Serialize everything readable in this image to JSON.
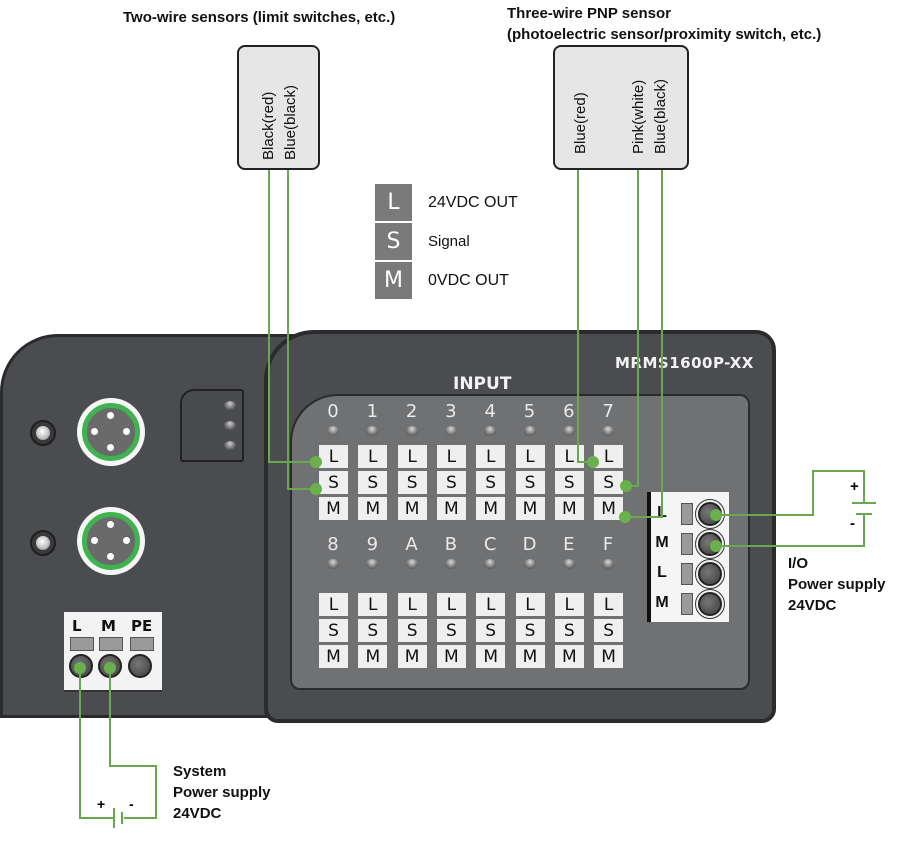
{
  "sensors": {
    "two_wire": {
      "title": "Two-wire sensors (limit switches, etc.)",
      "wires": [
        "Black(red)",
        "Blue(black)"
      ]
    },
    "three_wire": {
      "title_line1": "Three-wire PNP sensor",
      "title_line2": "(photoelectric sensor/proximity switch, etc.)",
      "wires": [
        "Blue(red)",
        "Pink(white)",
        "Blue(black)"
      ]
    }
  },
  "legend": [
    {
      "key": "L",
      "text": "24VDC OUT"
    },
    {
      "key": "S",
      "text": "Signal"
    },
    {
      "key": "M",
      "text": "0VDC OUT"
    }
  ],
  "device": {
    "model": "MRMS1600P-XX",
    "input_title": "INPUT",
    "channels_top": [
      "0",
      "1",
      "2",
      "3",
      "4",
      "5",
      "6",
      "7"
    ],
    "channels_bottom": [
      "8",
      "9",
      "A",
      "B",
      "C",
      "D",
      "E",
      "F"
    ],
    "terminal_labels": [
      "L",
      "S",
      "M"
    ],
    "io_power_terminals": [
      "L",
      "M",
      "L",
      "M"
    ],
    "system_terminals": [
      "L",
      "M",
      "PE"
    ]
  },
  "io_power": {
    "plus": "+",
    "minus": "-",
    "label_lines": [
      "I/O",
      "Power supply",
      "24VDC"
    ]
  },
  "system_power": {
    "plus": "+",
    "minus": "-",
    "label_lines": [
      "System",
      "Power supply",
      "24VDC"
    ]
  },
  "colors": {
    "wire": "#6aa84f",
    "wire_dot": "#6ab04c",
    "device_body": "#4a4c4f",
    "panel": "#707173",
    "connector_ring": "#3fb34f"
  }
}
